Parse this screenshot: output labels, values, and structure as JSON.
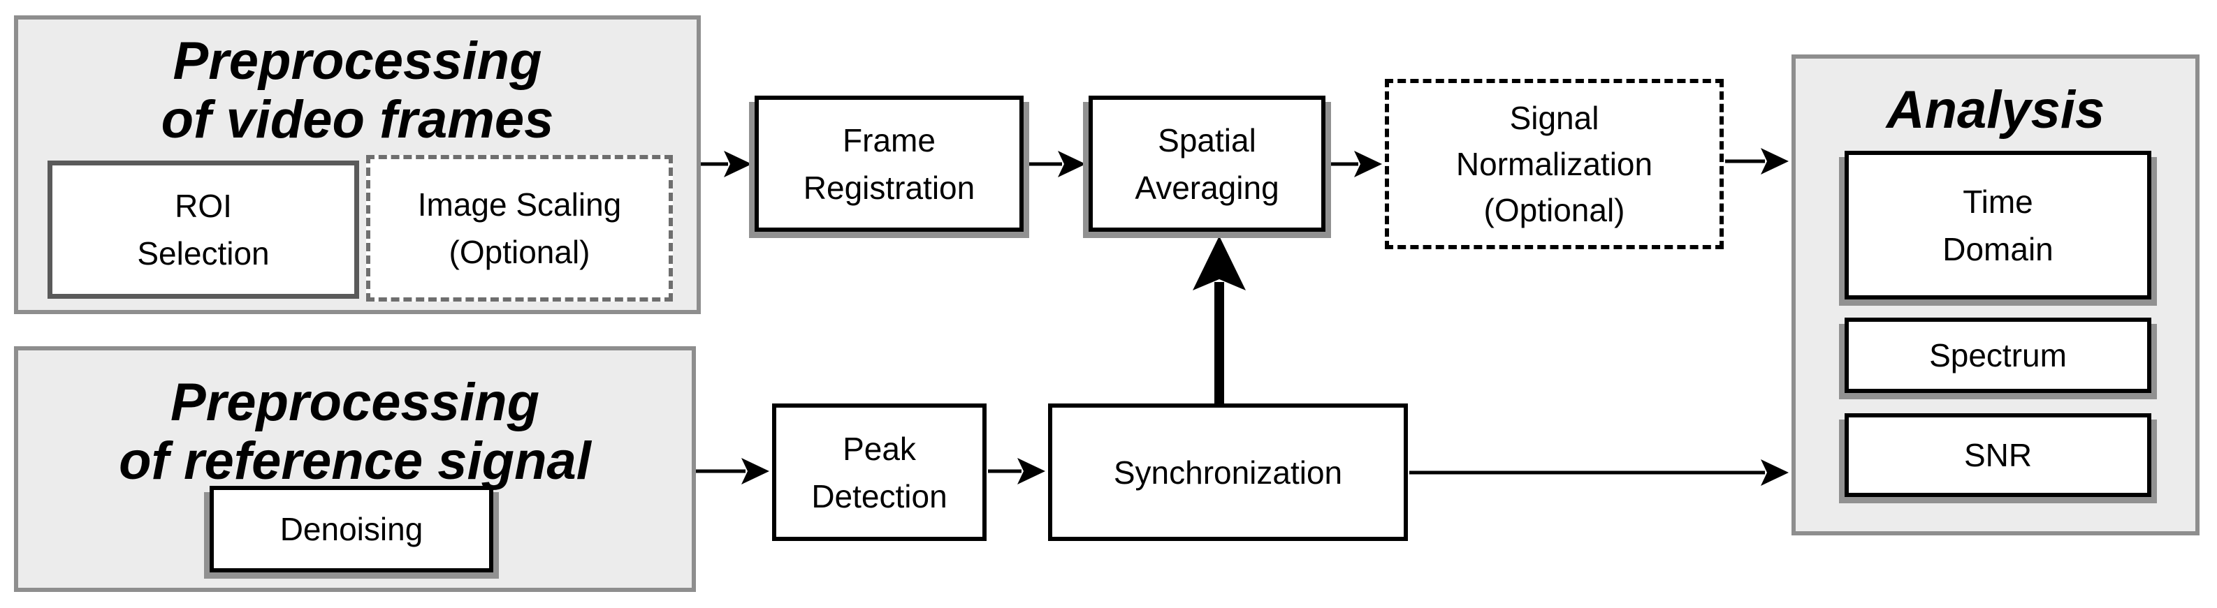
{
  "figure": {
    "background": "#ffffff",
    "colors": {
      "container_fill": "#ececec",
      "container_border": "#8e8e8e",
      "node_border": "#000000",
      "roi_border": "#5a5a5a",
      "optional_gray_border": "#6e6e6e",
      "node_shadow": "#919191",
      "arrow": "#000000",
      "text": "#000000"
    },
    "containers": {
      "video": {
        "title": "Preprocessing\nof video frames"
      },
      "reference": {
        "title": "Preprocessing\nof reference signal"
      },
      "analysis": {
        "title": "Analysis"
      }
    },
    "nodes": {
      "roi": {
        "label": "ROI\nSelection"
      },
      "image_scaling": {
        "label": "Image Scaling\n(Optional)",
        "optional": true
      },
      "denoising": {
        "label": "Denoising"
      },
      "frame_registration": {
        "label": "Frame\nRegistration"
      },
      "spatial_averaging": {
        "label": "Spatial\nAveraging"
      },
      "signal_normalization": {
        "label": "Signal\nNormalization\n(Optional)",
        "optional": true
      },
      "peak_detection": {
        "label": "Peak\nDetection"
      },
      "synchronization": {
        "label": "Synchronization"
      },
      "time_domain": {
        "label": "Time\nDomain"
      },
      "spectrum": {
        "label": "Spectrum"
      },
      "snr": {
        "label": "SNR"
      }
    },
    "edges": [
      {
        "from": "preprocessing-video",
        "to": "frame_registration",
        "style": "thin"
      },
      {
        "from": "frame_registration",
        "to": "spatial_averaging",
        "style": "thin"
      },
      {
        "from": "spatial_averaging",
        "to": "signal_normalization",
        "style": "thin"
      },
      {
        "from": "signal_normalization",
        "to": "analysis",
        "style": "thin"
      },
      {
        "from": "preprocessing-reference",
        "to": "peak_detection",
        "style": "thin"
      },
      {
        "from": "peak_detection",
        "to": "synchronization",
        "style": "thin"
      },
      {
        "from": "synchronization",
        "to": "spatial_averaging",
        "style": "thick"
      },
      {
        "from": "synchronization",
        "to": "analysis",
        "style": "thin"
      }
    ]
  }
}
